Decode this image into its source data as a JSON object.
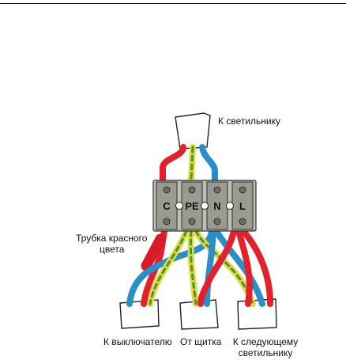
{
  "labels": {
    "to_lamp": "К светильнику",
    "red_tube_line1": "Трубка красного",
    "red_tube_line2": "цвета",
    "to_switch": "К выключателю",
    "from_panel": "От щитка",
    "to_next_line1": "К следующему",
    "to_next_line2": "светильнику"
  },
  "terminals": {
    "c": "C",
    "pe": "PE",
    "n": "N",
    "l": "L"
  },
  "colors": {
    "phase": "#e3202b",
    "neutral": "#2a8fc9",
    "ground_yellow": "#e8d83a",
    "ground_green": "#3c9a3c",
    "terminal_body": "#9a9a8e"
  }
}
